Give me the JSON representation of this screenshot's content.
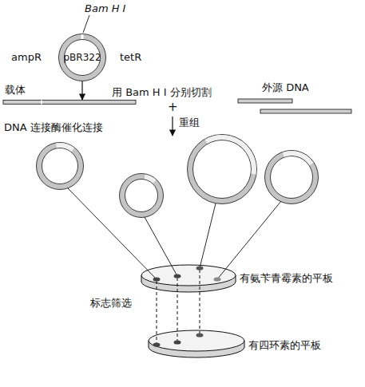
{
  "diagram": {
    "nodes": [
      {
        "text": [
          "pBR322"
        ]
      },
      {
        "text": [
          "载体"
        ]
      },
      {
        "text": [
          "外源 DNA"
        ]
      },
      {
        "text": [
          "有氨苄青霉素的平板"
        ]
      },
      {
        "text": [
          "有四环素的平板"
        ]
      }
    ],
    "edges": [
      {
        "from": 0,
        "to": 1,
        "arrow": "to"
      }
    ],
    "labels": [
      "Bam H I",
      "ampR",
      "tetR",
      "用 Bam H I 分别切割",
      "+",
      "重组",
      "DNA 连接酶催化连接",
      "标志筛选"
    ]
  }
}
